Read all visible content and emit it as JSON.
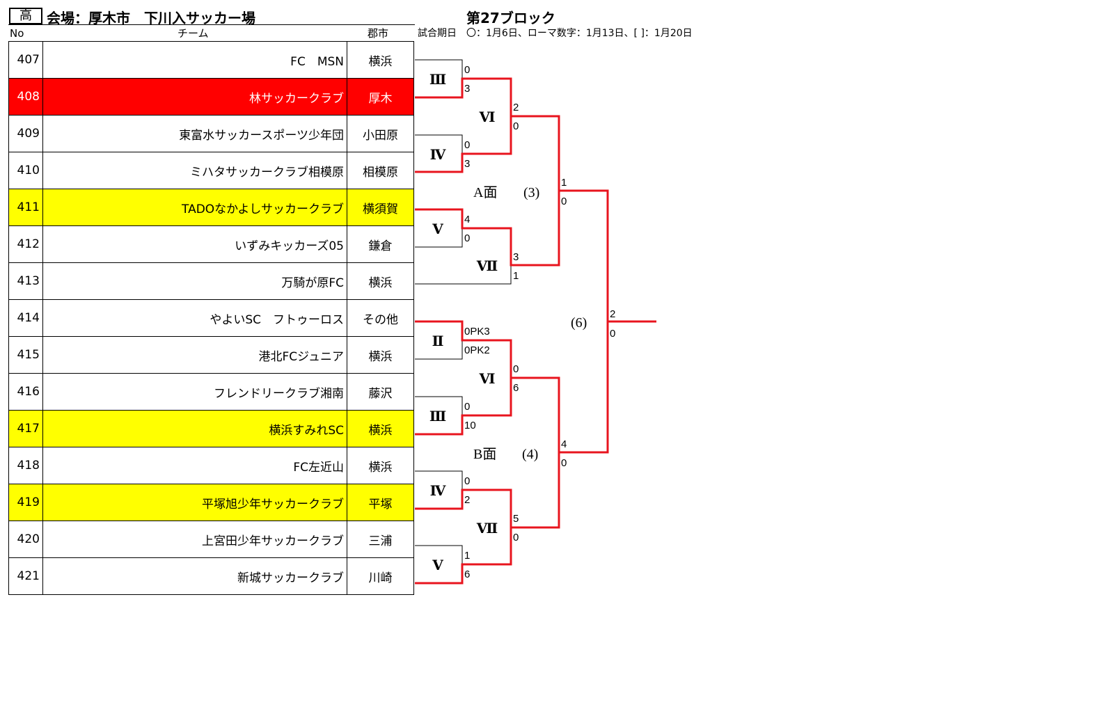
{
  "header": {
    "category": "高",
    "venue": "会場：厚木市　下川入サッカー場",
    "block": "第27ブロック",
    "legend": "試合期日　〇：1月6日、ローマ数字：1月13日、[ ]：1月20日"
  },
  "columns": {
    "no": "No",
    "team": "チーム",
    "city": "郡市"
  },
  "teams": [
    {
      "no": "407",
      "name": "FC　MSN",
      "city": "横浜",
      "highlight": "none"
    },
    {
      "no": "408",
      "name": "林サッカークラブ",
      "city": "厚木",
      "highlight": "red"
    },
    {
      "no": "409",
      "name": "東富水サッカースポーツ少年団",
      "city": "小田原",
      "highlight": "none"
    },
    {
      "no": "410",
      "name": "ミハタサッカークラブ相模原",
      "city": "相模原",
      "highlight": "none"
    },
    {
      "no": "411",
      "name": "TADOなかよしサッカークラブ",
      "city": "横須賀",
      "highlight": "yellow"
    },
    {
      "no": "412",
      "name": "いずみキッカーズ05",
      "city": "鎌倉",
      "highlight": "none"
    },
    {
      "no": "413",
      "name": "万騎が原FC",
      "city": "横浜",
      "highlight": "none"
    },
    {
      "no": "414",
      "name": "やよいSC　フトゥーロス",
      "city": "その他",
      "highlight": "none"
    },
    {
      "no": "415",
      "name": "港北FCジュニア",
      "city": "横浜",
      "highlight": "none"
    },
    {
      "no": "416",
      "name": "フレンドリークラブ湘南",
      "city": "藤沢",
      "highlight": "none"
    },
    {
      "no": "417",
      "name": "横浜すみれSC",
      "city": "横浜",
      "highlight": "yellow"
    },
    {
      "no": "418",
      "name": "FC左近山",
      "city": "横浜",
      "highlight": "none"
    },
    {
      "no": "419",
      "name": "平塚旭少年サッカークラブ",
      "city": "平塚",
      "highlight": "yellow"
    },
    {
      "no": "420",
      "name": "上宮田少年サッカークラブ",
      "city": "三浦",
      "highlight": "none"
    },
    {
      "no": "421",
      "name": "新城サッカークラブ",
      "city": "川崎",
      "highlight": "none"
    }
  ],
  "rounds": {
    "m1": "Ⅲ",
    "m2": "Ⅳ",
    "m3": "Ⅴ",
    "m4": "Ⅱ",
    "m5": "Ⅲ",
    "m6": "Ⅳ",
    "m7": "Ⅴ",
    "q1": "Ⅵ",
    "q2": "Ⅶ",
    "q3": "Ⅵ",
    "q4": "Ⅶ",
    "sA": "A面",
    "sAn": "(3)",
    "sB": "B面",
    "sBn": "(4)",
    "f": "(6)"
  },
  "scores": {
    "m1t": "0",
    "m1b": "3",
    "m2t": "0",
    "m2b": "3",
    "m3t": "4",
    "m3b": "0",
    "m4t": "0PK3",
    "m4b": "0PK2",
    "m5t": "0",
    "m5b": "10",
    "m6t": "0",
    "m6b": "2",
    "m7t": "1",
    "m7b": "6",
    "q1t": "2",
    "q1b": "0",
    "q2t": "3",
    "q2b": "1",
    "q3t": "0",
    "q3b": "6",
    "q4t": "5",
    "q4b": "0",
    "sAt": "1",
    "sAb": "0",
    "sBt": "4",
    "sBb": "0",
    "ft": "2",
    "fb": "0"
  },
  "colors": {
    "win": "#e8141e",
    "red_row": "#ff0000",
    "yellow_row": "#ffff00"
  }
}
